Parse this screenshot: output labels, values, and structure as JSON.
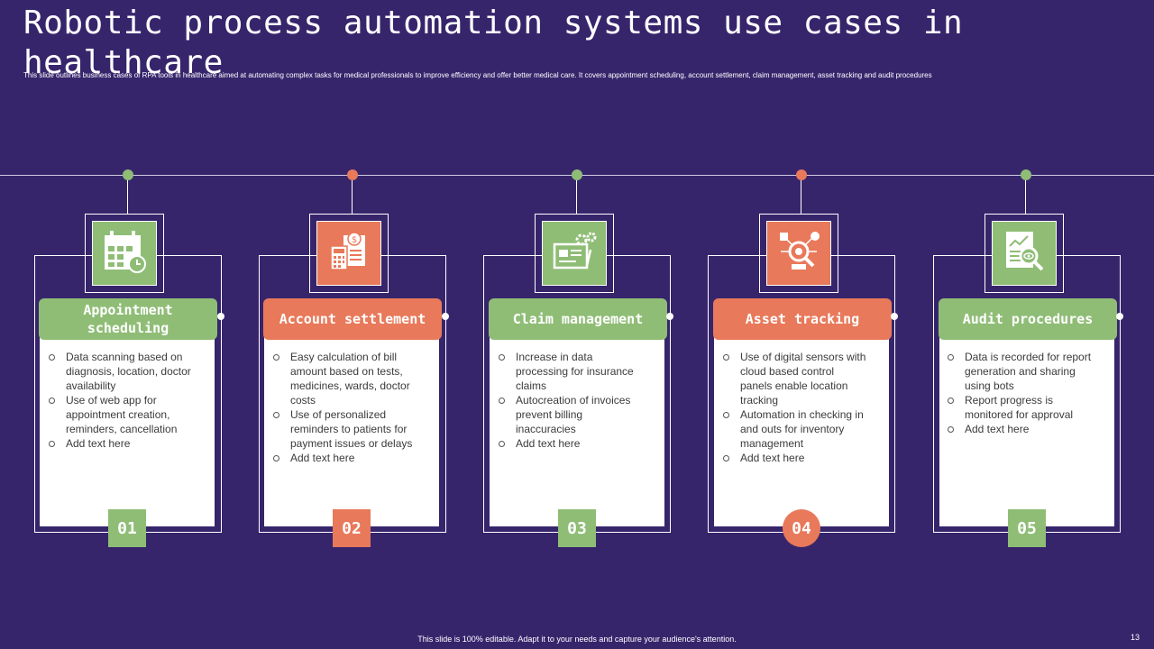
{
  "title": "Robotic process automation systems use cases in healthcare",
  "subtitle": "This slide outlines business cases of RPA tools in healthcare aimed at automating complex tasks for medical professionals to improve efficiency and offer better medical care. It covers appointment scheduling, account settlement, claim management, asset tracking and audit procedures",
  "colors": {
    "background": "#37256c",
    "green": "#8fbd76",
    "orange": "#e8795a"
  },
  "cards": [
    {
      "heading": "Appointment scheduling",
      "number": "01",
      "icon": "calendar-icon",
      "bullets": [
        "Data scanning based on diagnosis, location, doctor availability",
        "Use of web app for appointment creation, reminders, cancellation",
        "Add text here"
      ]
    },
    {
      "heading": "Account settlement",
      "number": "02",
      "icon": "invoice-calculator-icon",
      "bullets": [
        "Easy calculation of bill amount based on tests, medicines, wards, doctor costs",
        "Use of personalized reminders to patients for payment issues or delays",
        "Add text here"
      ]
    },
    {
      "heading": "Claim management",
      "number": "03",
      "icon": "document-gears-icon",
      "bullets": [
        "Increase in data processing for insurance claims",
        "Autocreation of invoices prevent billing inaccuracies",
        "Add text here"
      ]
    },
    {
      "heading": "Asset tracking",
      "number": "04",
      "icon": "asset-search-icon",
      "bullets": [
        "Use of digital sensors with cloud based control panels enable location tracking",
        "Automation in checking in and outs for inventory management",
        "Add text here"
      ]
    },
    {
      "heading": "Audit procedures",
      "number": "05",
      "icon": "audit-report-icon",
      "bullets": [
        "Data is recorded for report generation and sharing using bots",
        "Report progress is monitored for approval",
        "Add text here"
      ]
    }
  ],
  "footer": "This slide is 100% editable. Adapt it to your needs and capture your audience's attention.",
  "page_number": "13"
}
